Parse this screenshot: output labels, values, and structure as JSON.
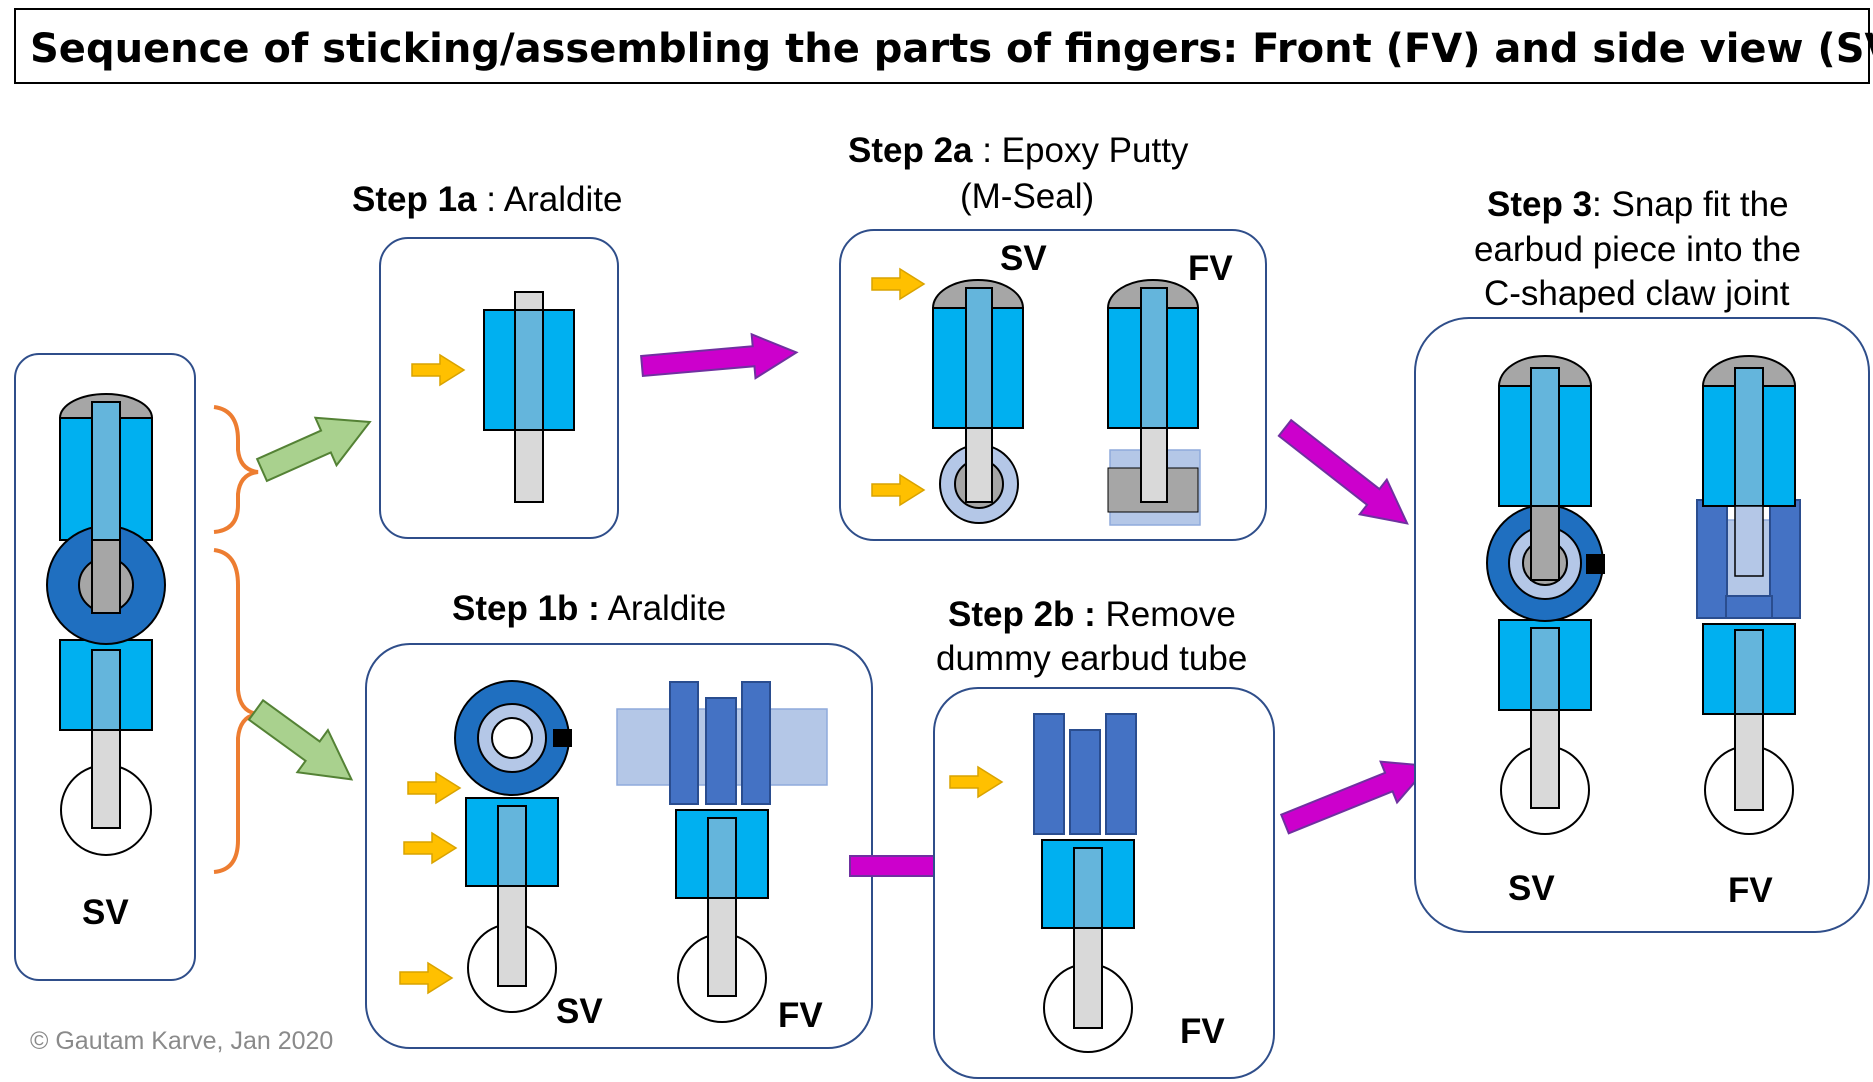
{
  "title": "Sequence of sticking/assembling the parts of fingers:  Front (FV) and side view (SV)",
  "steps": {
    "s1a": {
      "bold": "Step 1a",
      "rest": " : Araldite"
    },
    "s1b": {
      "bold": "Step 1b :",
      "rest": " Araldite"
    },
    "s2a": {
      "bold": "Step 2a",
      "rest": " : Epoxy Putty",
      "line2": "(M-Seal)"
    },
    "s2b": {
      "bold": "Step 2b :",
      "rest": " Remove",
      "line2": "dummy earbud tube"
    },
    "s3": {
      "bold": "Step 3",
      "rest": ": Snap fit the",
      "line2": "earbud piece into the",
      "line3": "C-shaped claw joint"
    }
  },
  "labels": {
    "sv": "SV",
    "fv": "FV"
  },
  "copyright": "© Gautam Karve, Jan 2020",
  "colors": {
    "panel_border": "#2f4e8a",
    "blue_part": "#00b0f0",
    "arrow_magenta": "#cc00cc",
    "arrow_green": "#a9d18e",
    "arrow_yellow": "#ffc000",
    "brace_orange": "#ed7d31"
  }
}
